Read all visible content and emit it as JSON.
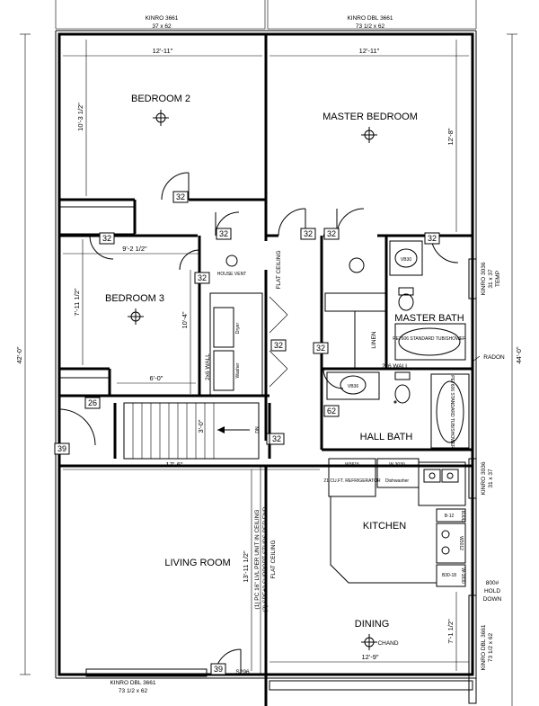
{
  "windows": {
    "top_left": {
      "model": "KINRO 3661",
      "size": "37 x 62"
    },
    "top_right": {
      "model": "KINRO DBL 3661",
      "size": "73 1/2 x 62"
    },
    "bottom_left": {
      "model": "KINRO DBL 3661",
      "size": "73 1/2 x 62"
    },
    "right_bath": {
      "model": "KINRO 3036",
      "size": "31 x 37",
      "note": "TEMP"
    },
    "right_kitchen": {
      "model": "KINRO 3036",
      "size": "31 x 37"
    },
    "right_dining": {
      "model": "KINRO DBL 3661",
      "size": "73 1/2 x 62"
    }
  },
  "rooms": {
    "bedroom2": "BEDROOM 2",
    "master_bedroom": "MASTER BEDROOM",
    "bedroom3": "BEDROOM 3",
    "master_bath": "MASTER BATH",
    "hall_bath": "HALL BATH",
    "kitchen": "KITCHEN",
    "living_room": "LIVING ROOM",
    "dining": "DINING"
  },
  "dimensions": {
    "bed2_width": "12'-11\"",
    "master_width": "12'-11\"",
    "bed2_depth": "10'-3 1/2\"",
    "master_depth": "12'-8\"",
    "bed3_width": "9'-2 1/2\"",
    "bed3_depth": "7'-11 1/2\"",
    "closet_depth": "10'-4\"",
    "closet_width": "6'-0\"",
    "stair_width": "3'-0\"",
    "living_width": "17'-6\"",
    "living_depth": "13'-11 1/2\"",
    "dining_width": "12'-9\"",
    "dining_depth": "7'-1 1/2\"",
    "overall_left": "42'-0\"",
    "overall_right": "44'-0\""
  },
  "doors": [
    "32",
    "32",
    "32",
    "32",
    "32",
    "32",
    "32",
    "32",
    "32",
    "62",
    "32",
    "26",
    "39",
    "32",
    "39"
  ],
  "labels": {
    "house_vent": "HOUSE VENT",
    "flat_ceiling": "FLAT CEILING",
    "dryer": "Dryer",
    "washer": "Washer",
    "wall_2x6": "2x6 WALL",
    "wall_2x6_bath": "2x6 WALL",
    "linen": "LINEN",
    "radon": "RADON",
    "tub_master": "PE7606 STANDARD TUB/SHOWER",
    "tub_hall": "PE7606 STANDARD TUB/SHOWER",
    "vb30": "VB30",
    "vb36": "VB36",
    "dn": "DN",
    "w3615": "W3615",
    "w3030": "W-3030",
    "fridge": "21 CU.FT. REFRIGERATOR",
    "dishwasher": "Dishwasher",
    "b12": "B-12",
    "b30d": "B30D",
    "w3012": "W3012",
    "b30_18": "B30-18",
    "wb1830": "W-1830",
    "hold_down_1": "800#",
    "hold_down_2": "HOLD",
    "hold_down_3": "DOWN",
    "beam_note_1": "(1) PC 16\" LVL PER UNIT IN CEILING",
    "beam_note_2": "(3) SPF#2 SUPPORT STUDS PER END",
    "beam_note_3": "FLAT CEILING",
    "chand": "CHAND",
    "s296": "S296"
  }
}
